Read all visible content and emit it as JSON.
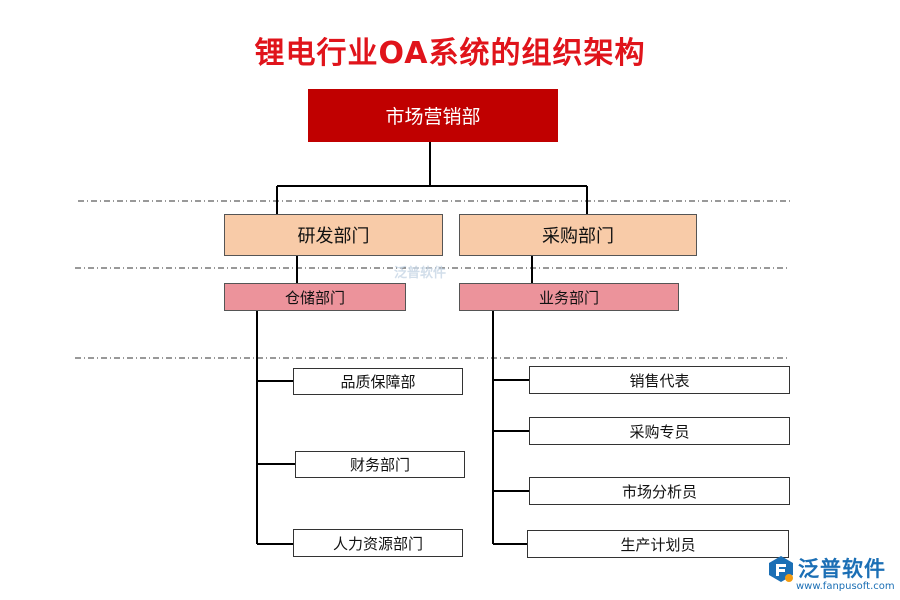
{
  "title": "锂电行业OA系统的组织架构",
  "org": {
    "root": "市场营销部",
    "level2": [
      "研发部门",
      "采购部门"
    ],
    "level3": [
      "仓储部门",
      "业务部门"
    ],
    "left_leaves": [
      "品质保障部",
      "财务部门",
      "人力资源部门"
    ],
    "right_leaves": [
      "销售代表",
      "采购专员",
      "市场分析员",
      "生产计划员"
    ]
  },
  "watermark": "泛普软件",
  "logo": {
    "name": "泛普软件",
    "url": "www.fanpusoft.com",
    "icon": "fanpu-logo-icon"
  },
  "colors": {
    "title": "#e0141b",
    "root_fill": "#c00000",
    "level2_fill": "#f8cba8",
    "level3_fill": "#ec939b",
    "brand": "#1b6fb5"
  }
}
